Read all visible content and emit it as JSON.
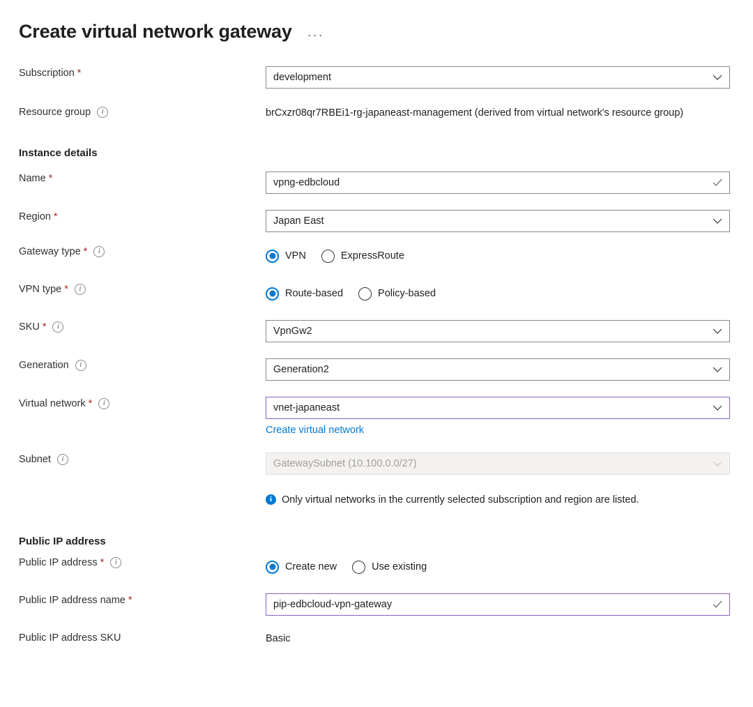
{
  "header": {
    "title": "Create virtual network gateway",
    "ellipsis_label": "···"
  },
  "colors": {
    "accent_blue": "#0078d4",
    "focus_purple": "#8661c5",
    "required_red": "#a4262c",
    "disabled_bg": "#f3f2f1",
    "text": "#201f1e"
  },
  "form": {
    "subscription": {
      "label": "Subscription",
      "required": "*",
      "value": "development",
      "control": "dropdown"
    },
    "resource_group": {
      "label": "Resource group",
      "info": true,
      "value": "brCxzr08qr7RBEi1-rg-japaneast-management (derived from virtual network's resource group)"
    },
    "instance_details_heading": "Instance details",
    "name": {
      "label": "Name",
      "required": "*",
      "value": "vpng-edbcloud",
      "control": "text",
      "validated": true
    },
    "region": {
      "label": "Region",
      "required": "*",
      "value": "Japan East",
      "control": "dropdown"
    },
    "gateway_type": {
      "label": "Gateway type",
      "required": "*",
      "info": true,
      "options": [
        "VPN",
        "ExpressRoute"
      ],
      "selected": "VPN"
    },
    "vpn_type": {
      "label": "VPN type",
      "required": "*",
      "info": true,
      "options": [
        "Route-based",
        "Policy-based"
      ],
      "selected": "Route-based"
    },
    "sku": {
      "label": "SKU",
      "required": "*",
      "info": true,
      "value": "VpnGw2",
      "control": "dropdown"
    },
    "generation": {
      "label": "Generation",
      "info": true,
      "value": "Generation2",
      "control": "dropdown"
    },
    "virtual_network": {
      "label": "Virtual network",
      "required": "*",
      "info": true,
      "value": "vnet-japaneast",
      "control": "dropdown",
      "focused": true,
      "create_link": "Create virtual network"
    },
    "subnet": {
      "label": "Subnet",
      "info": true,
      "value": "GatewaySubnet (10.100.0.0/27)",
      "control": "dropdown",
      "disabled": true
    },
    "info_banner": {
      "text": "Only virtual networks in the currently selected subscription and region are listed."
    },
    "public_ip_heading": "Public IP address",
    "public_ip_address": {
      "label": "Public IP address",
      "required": "*",
      "info": true,
      "options": [
        "Create new",
        "Use existing"
      ],
      "selected": "Create new"
    },
    "public_ip_name": {
      "label": "Public IP address name",
      "required": "*",
      "value": "pip-edbcloud-vpn-gateway",
      "control": "text",
      "validated": true,
      "focused": true
    },
    "public_ip_sku": {
      "label": "Public IP address SKU",
      "value": "Basic"
    }
  }
}
